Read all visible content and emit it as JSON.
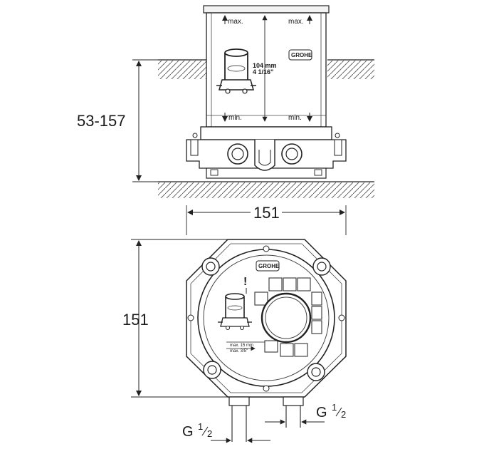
{
  "elevation": {
    "height_dim": "53-157",
    "max_left": "max.",
    "max_right": "max.",
    "min_left": "min.",
    "min_right": "min.",
    "inner_dim_mm": "104 mm",
    "inner_dim_in": "4 1/16\"",
    "brand": "GROHE"
  },
  "plan": {
    "width_dim": "151",
    "height_dim": "151",
    "brand": "GROHE",
    "max_mm": "max. 15 mm",
    "max_in": "max. 3/5\"",
    "warning": "!",
    "thread_right": {
      "base": "G",
      "num": "1",
      "den": "2"
    },
    "thread_bottom": {
      "base": "G",
      "num": "1",
      "den": "2"
    }
  }
}
